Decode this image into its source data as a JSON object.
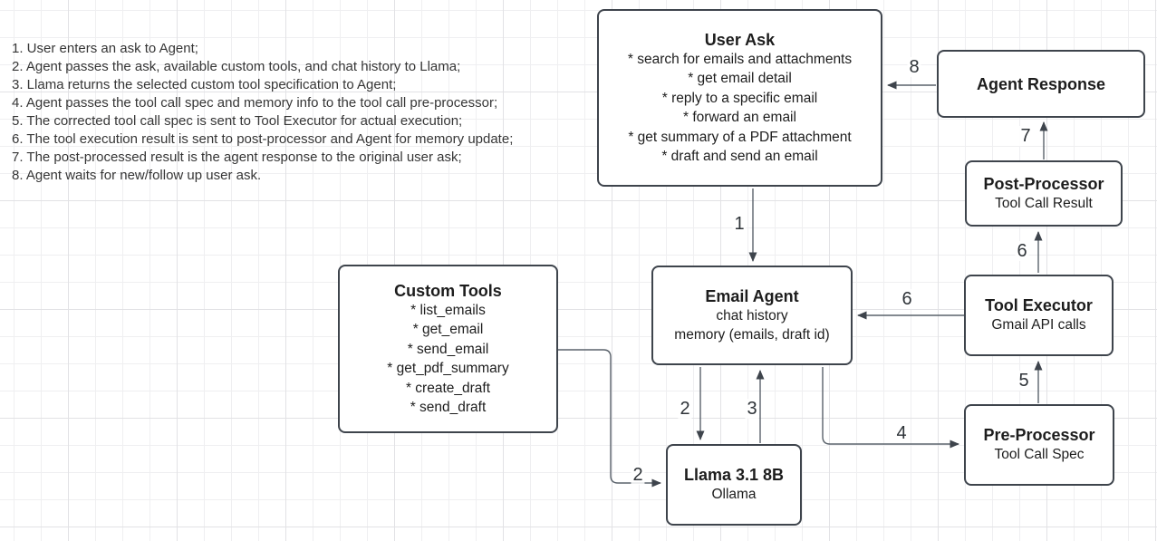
{
  "notes": {
    "items": [
      "1. User enters an ask to Agent;",
      "2. Agent passes the ask, available custom tools, and chat history to Llama;",
      "3. Llama returns the selected custom tool specification to Agent;",
      "4. Agent passes the tool call spec and memory info to the tool call pre-processor;",
      "5. The corrected tool call spec is sent to Tool Executor for actual execution;",
      "6. The tool execution result is sent to post-processor and Agent for memory update;",
      "7. The post-processed result is the agent response to the original user ask;",
      "8. Agent waits for new/follow up user ask."
    ]
  },
  "boxes": {
    "user_ask": {
      "title": "User Ask",
      "items": [
        "* search for emails and attachments",
        "* get email detail",
        "* reply to a specific email",
        "* forward an email",
        "* get summary of a PDF attachment",
        "* draft and send an email"
      ]
    },
    "agent_response": {
      "title": "Agent Response"
    },
    "post_processor": {
      "title": "Post-Processor",
      "subtitle": "Tool Call Result"
    },
    "tool_executor": {
      "title": "Tool Executor",
      "subtitle": "Gmail API calls"
    },
    "pre_processor": {
      "title": "Pre-Processor",
      "subtitle": "Tool Call Spec"
    },
    "email_agent": {
      "title": "Email Agent",
      "lines": [
        "chat history",
        "memory (emails, draft id)"
      ]
    },
    "custom_tools": {
      "title": "Custom Tools",
      "items": [
        "* list_emails",
        "* get_email",
        "* send_email",
        "* get_pdf_summary",
        "* create_draft",
        "* send_draft"
      ]
    },
    "llama": {
      "title": "Llama 3.1 8B",
      "subtitle": "Ollama"
    }
  },
  "edge_labels": {
    "step1": "1",
    "step2_history": "2",
    "step2_tools": "2",
    "step3": "3",
    "step4": "4",
    "step5": "5",
    "step6_memory": "6",
    "step6_result": "6",
    "step7": "7",
    "step8": "8"
  },
  "colors": {
    "node_border": "#3e444c",
    "node_fill": "#ffffff",
    "connector_line": "#5a626b",
    "arrowhead": "#3e444c",
    "text": "#1d1d1d",
    "notes_text": "#363636",
    "grid_minor": "#efeff1",
    "grid_major": "#e2e2e5",
    "background": "#ffffff"
  }
}
